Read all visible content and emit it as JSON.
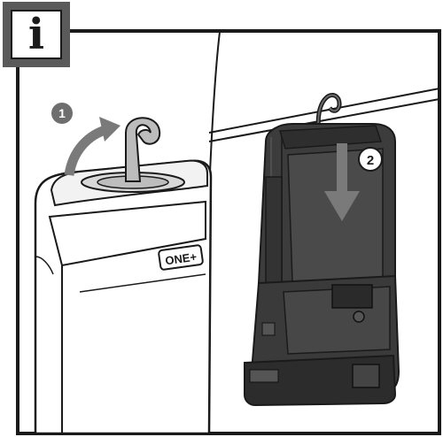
{
  "badge": {
    "letter": "i"
  },
  "callouts": [
    {
      "number": "1"
    },
    {
      "number": "2"
    }
  ],
  "brand_logo": "ONE+",
  "colors": {
    "frame": "#1a1a1a",
    "badge_gray": "#5a5a5a",
    "callout_gray": "#6e6e6e",
    "device_dark": "#3c3c3c"
  },
  "icons": [
    "info-icon",
    "up-arrow-icon",
    "down-arrow-icon",
    "hook-icon"
  ]
}
